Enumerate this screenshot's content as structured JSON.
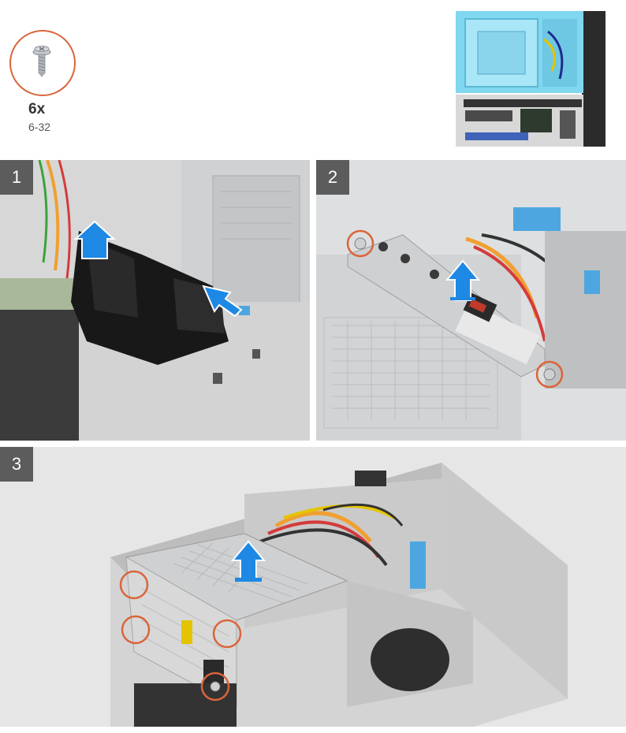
{
  "screw": {
    "quantity": "6x",
    "size": "6-32",
    "icon": "screw-icon"
  },
  "steps": [
    {
      "number": "1"
    },
    {
      "number": "2"
    },
    {
      "number": "3"
    }
  ],
  "colors": {
    "callout": "#d9653b",
    "arrow": "#1e88e5",
    "badge": "#5c5c5c",
    "chassis_blue": "#7fd7f0"
  }
}
